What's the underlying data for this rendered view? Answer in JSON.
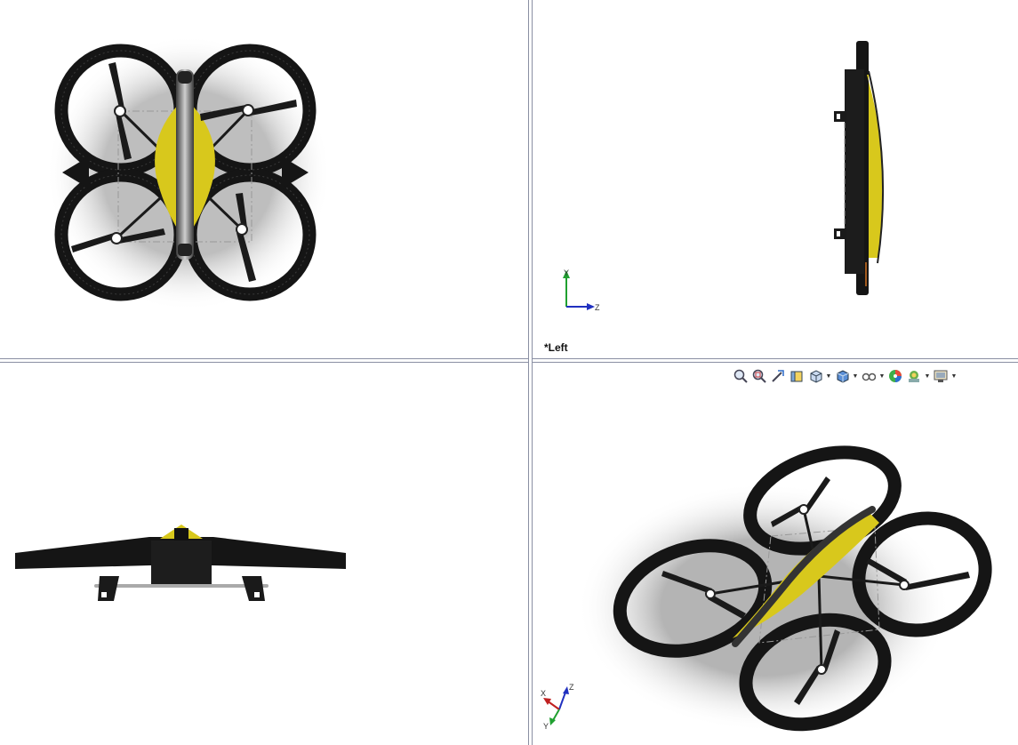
{
  "viewports": {
    "top": {
      "model": "quadcopter-top"
    },
    "left": {
      "label": "*Left",
      "axes": {
        "vertical": "Y",
        "horizontal": "Z"
      }
    },
    "front": {
      "model": "quadcopter-front"
    },
    "isometric": {
      "axes": {
        "x": "X",
        "y": "Y",
        "z": "Z"
      },
      "toolbar": [
        {
          "icon": "zoom-to-fit-icon"
        },
        {
          "icon": "zoom-to-area-icon"
        },
        {
          "icon": "previous-view-icon"
        },
        {
          "icon": "section-view-icon"
        },
        {
          "icon": "view-orientation-icon",
          "dropdown": true
        },
        {
          "icon": "display-style-icon",
          "dropdown": true
        },
        {
          "icon": "hide-show-items-icon",
          "dropdown": true
        },
        {
          "icon": "edit-appearance-icon"
        },
        {
          "icon": "apply-scene-icon",
          "dropdown": true
        },
        {
          "icon": "view-settings-icon",
          "dropdown": true
        }
      ]
    }
  },
  "colors": {
    "body_yellow": "#d8c81c",
    "frame_black": "#141414",
    "split_line": "#8a8fa3",
    "axis_x": "#c02020",
    "axis_y": "#20a030",
    "axis_z": "#2030c0"
  }
}
